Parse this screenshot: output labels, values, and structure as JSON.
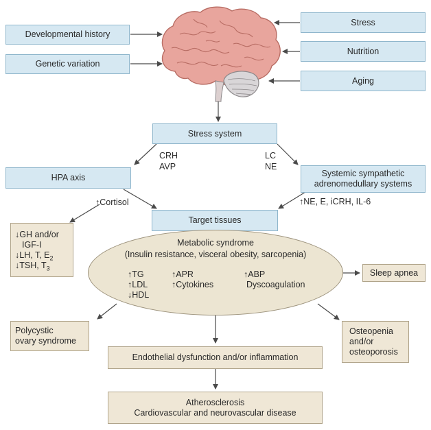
{
  "inputs_left": [
    "Developmental history",
    "Genetic variation"
  ],
  "inputs_right": [
    "Stress",
    "Nutrition",
    "Aging"
  ],
  "stress_system": "Stress system",
  "left_mediators": [
    "CRH",
    "AVP"
  ],
  "right_mediators": [
    "LC",
    "NE"
  ],
  "hpa_axis": "HPA axis",
  "sympathetic": [
    "Systemic sympathetic",
    "adrenomedullary systems"
  ],
  "cortisol": "↑Cortisol",
  "sympathetic_outputs": "↑NE, E, iCRH, IL-6",
  "target_tissues": "Target tissues",
  "hormones": {
    "line1": "↓GH and/or",
    "line2": "IGF-I",
    "line3_pre": "↓LH, T, E",
    "line3_sub": "2",
    "line4_pre": "↓TSH, T",
    "line4_sub": "3"
  },
  "metabolic": {
    "title": "Metabolic syndrome",
    "subtitle": "(Insulin resistance, visceral obesity, sarcopenia)",
    "lipids": [
      "↑TG",
      "↑LDL",
      "↓HDL"
    ],
    "inflammation": [
      "↑APR",
      "↑Cytokines"
    ],
    "vascular": [
      "↑ABP",
      "Dyscoagulation"
    ]
  },
  "sleep_apnea": "Sleep apnea",
  "polycystic": [
    "Polycystic",
    "ovary syndrome"
  ],
  "osteopenia": [
    "Osteopenia",
    "and/or",
    "osteoporosis"
  ],
  "endothelial": "Endothelial dysfunction and/or inflammation",
  "atherosclerosis": [
    "Atherosclerosis",
    "Cardiovascular and neurovascular disease"
  ],
  "colors": {
    "blue_box": "#d6e8f2",
    "tan_box": "#efe7d6",
    "brain": "#e7a29a",
    "arrow": "#4a4a4a"
  },
  "icons": [
    "brain-illustration"
  ]
}
